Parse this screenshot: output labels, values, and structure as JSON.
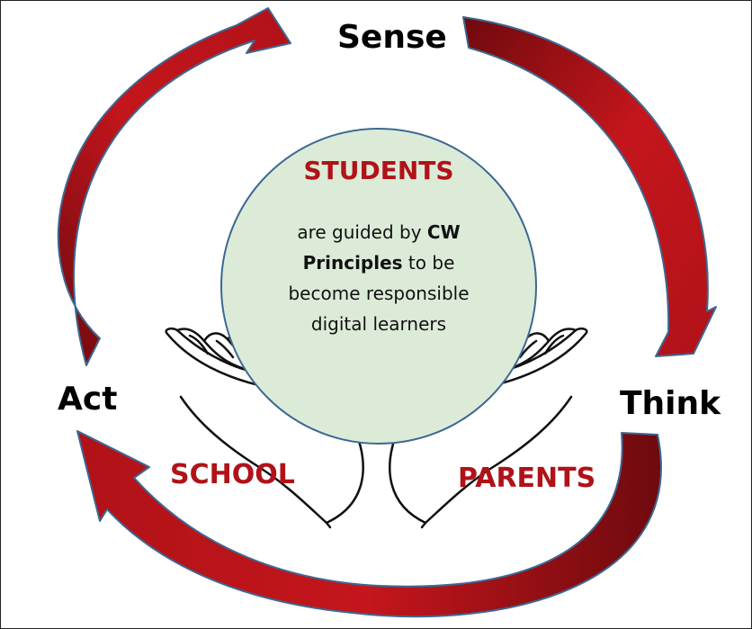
{
  "colors": {
    "arrow_red": "#b01218",
    "arrow_dark": "#6e0a0e",
    "arrow_outline": "#3d6892",
    "circle_fill": "#dcebd8",
    "circle_border": "#3d6892",
    "label_red": "#b01218",
    "label_black": "#000000"
  },
  "cycle": {
    "sense": "Sense",
    "think": "Think",
    "act": "Act"
  },
  "center": {
    "title": "STUDENTS",
    "body": {
      "part1": "are guided by ",
      "bold1": "CW",
      "bold2": "Principles",
      "part2": " to be",
      "line3": "become responsible",
      "line4": "digital learners"
    }
  },
  "hands": {
    "left": "SCHOOL",
    "right": "PARENTS"
  },
  "icons": [
    "curved-arrow",
    "open-hands"
  ]
}
